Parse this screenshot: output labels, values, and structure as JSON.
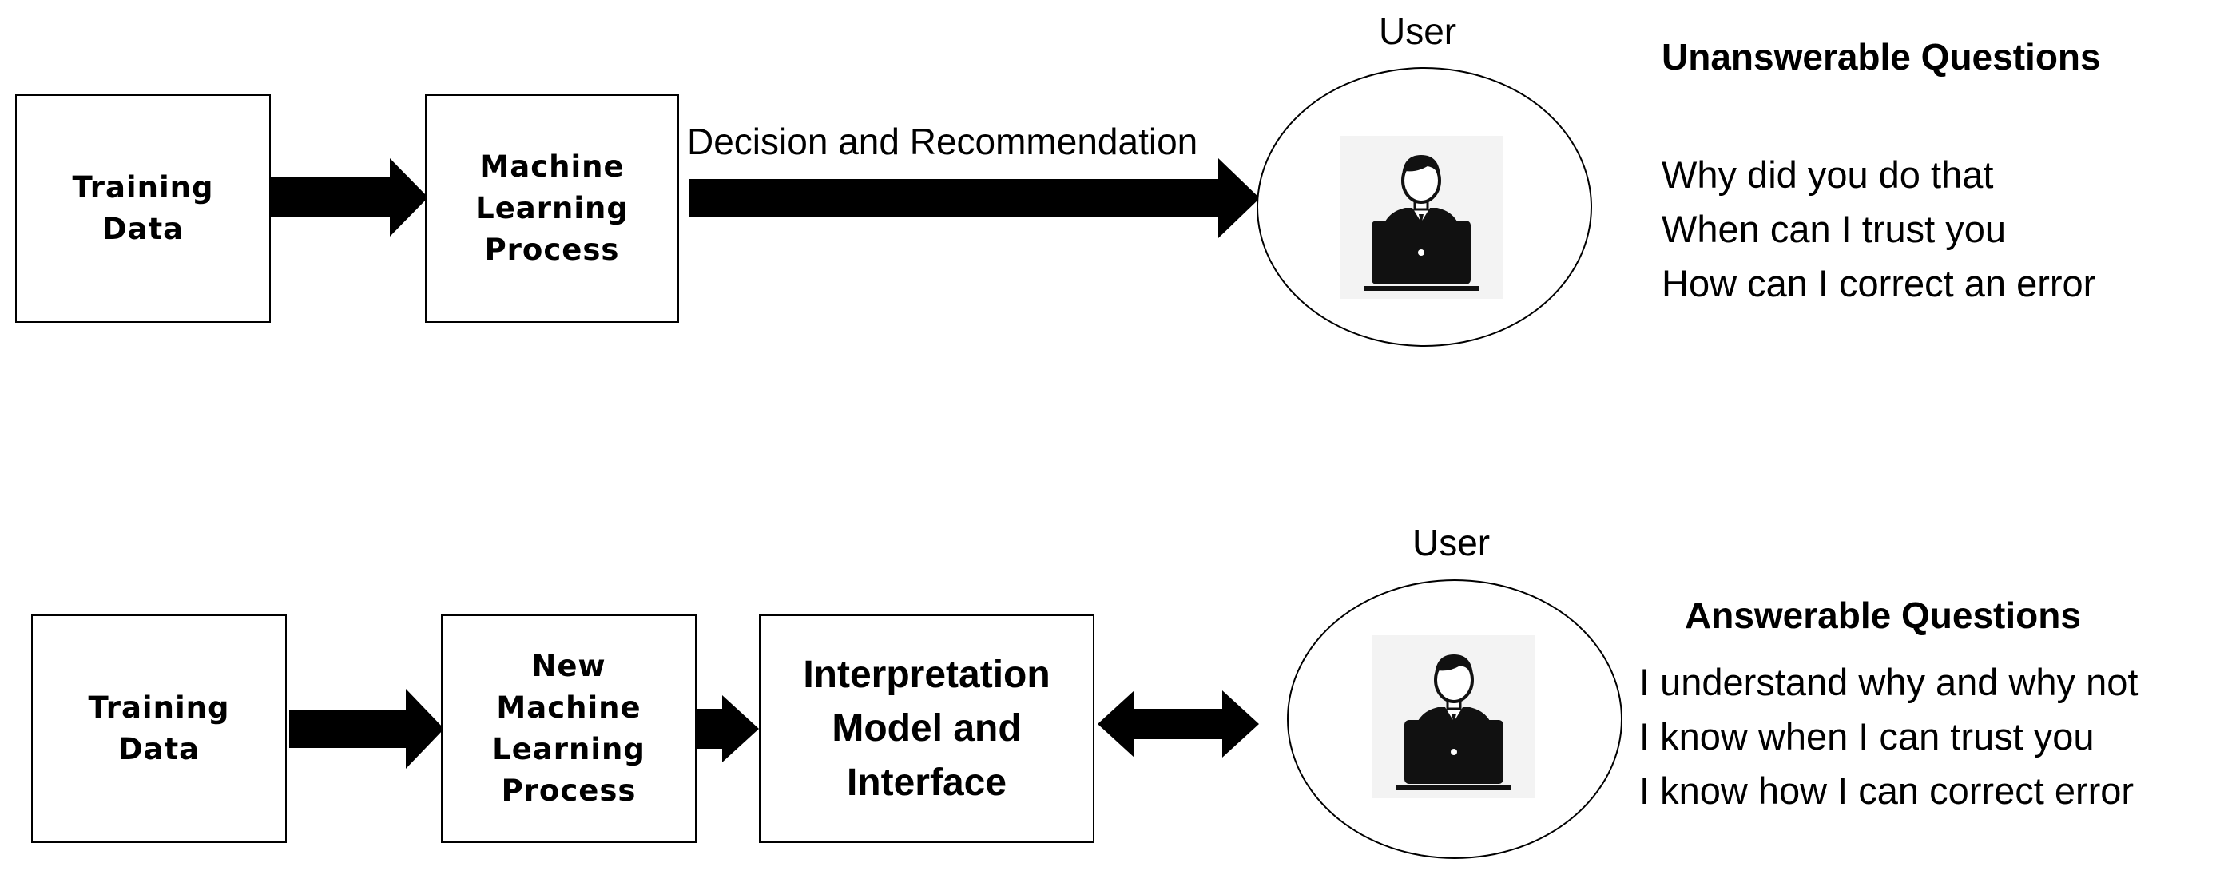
{
  "top": {
    "box1": "Training\nData",
    "box2": "Machine\nLearning\nProcess",
    "arrow_label": "Decision and Recommendation",
    "user_label": "User",
    "questions_header": "Unanswerable Questions",
    "questions": [
      "Why did you do that",
      "When can I trust you",
      "How can I correct an error"
    ]
  },
  "bottom": {
    "box1": "Training\nData",
    "box2": "New\nMachine\nLearning\nProcess",
    "box3": "Interpretation\nModel and\nInterface",
    "user_label": "User",
    "questions_header": "Answerable Questions",
    "questions": [
      "I understand why and why not",
      "I know when I can trust you",
      "I know how I can correct error"
    ]
  },
  "icons": [
    "user-at-laptop-icon"
  ]
}
